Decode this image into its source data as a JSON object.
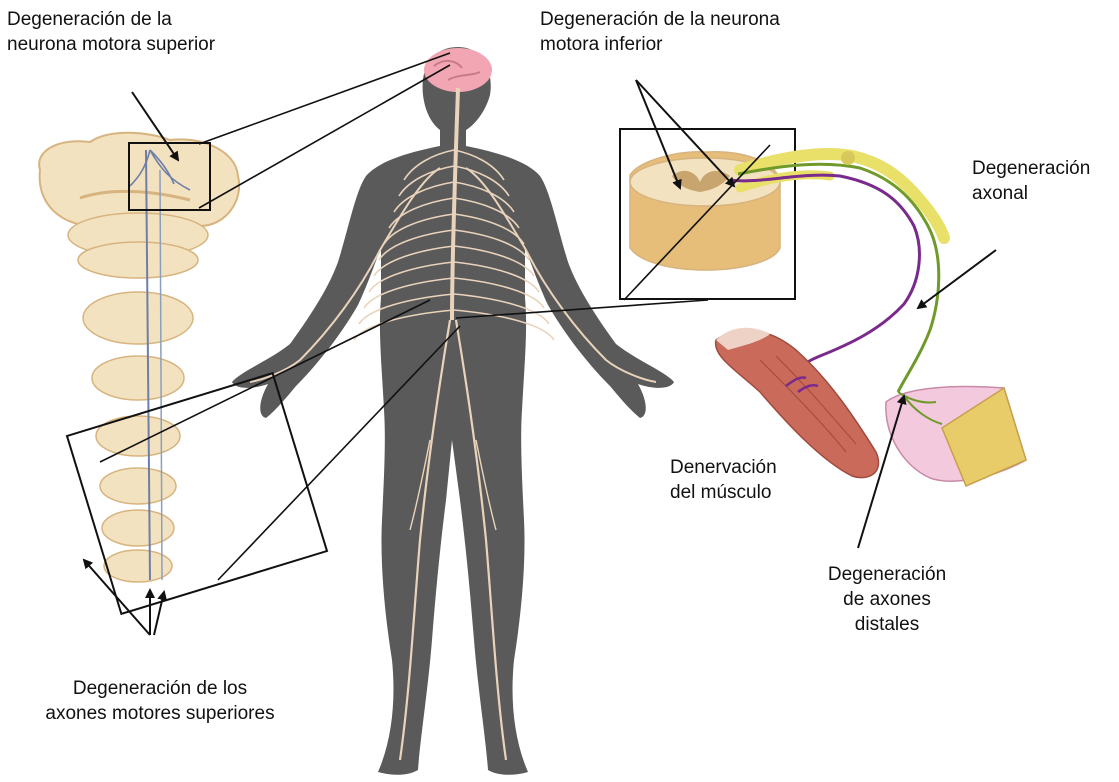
{
  "labels": {
    "upper_motor_neuron": "Degeneración de la\nneurona motora superior",
    "lower_motor_neuron": "Degeneración de la neurona\nmotora inferior",
    "axonal": "Degeneración\naxonal",
    "muscle_denervation": "Denervación\ndel músculo",
    "distal_axons": "Degeneración\nde axones\ndistales",
    "upper_motor_axons": "Degeneración de los\naxones motores superiores"
  },
  "colors": {
    "body": "#5a5a5a",
    "nerves": "#e9d3bb",
    "brain": "#f2a6b4",
    "spinal_tissue": "#f3e2bf",
    "spinal_tissue_dark": "#d7b47f",
    "nerve_yellow": "#e9e06a",
    "axon_purple": "#7a2a8c",
    "axon_green": "#6f9a2a",
    "muscle": "#c96a5a",
    "pointer": "#111111"
  }
}
